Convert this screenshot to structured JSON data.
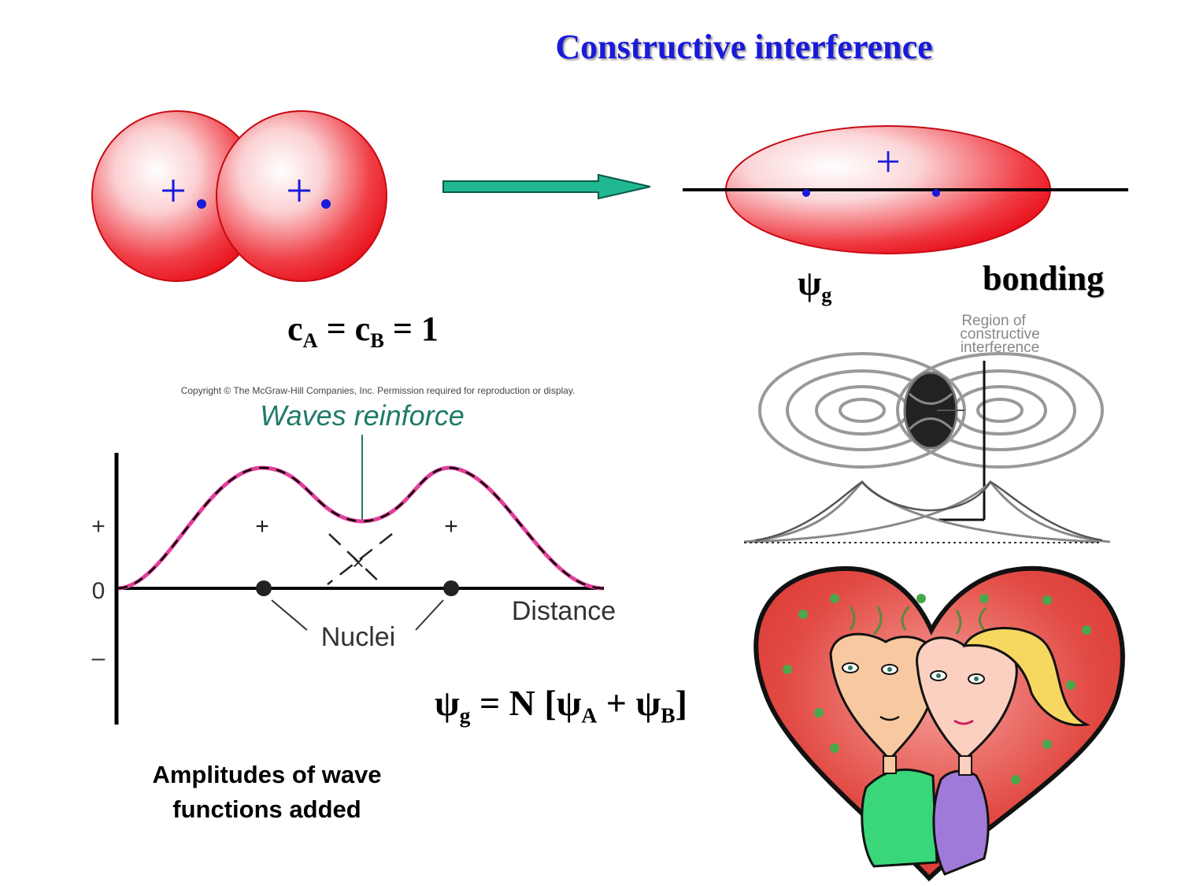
{
  "title": "Constructive interference",
  "atoms": {
    "sign_a": "+",
    "sign_b": "+",
    "coefficients": {
      "c_a": "c",
      "c_a_sub": "A",
      "eq1": " = c",
      "c_b_sub": "B",
      "eq2": " = 1"
    }
  },
  "bonding_orbital": {
    "sign": "+",
    "psi": "ψ",
    "psi_sub": "g",
    "label": "bonding"
  },
  "wave_figure": {
    "copyright": "Copyright © The McGraw-Hill Companies, Inc. Permission required for reproduction or display.",
    "heading": "Waves reinforce",
    "y_plus": "+",
    "y_zero": "0",
    "y_minus": "–",
    "lobe_sign_left": "+",
    "lobe_sign_right": "+",
    "cross_mark": "×",
    "x_label": "Distance",
    "nuclei_label": "Nuclei",
    "curve_colors": {
      "sum": "#e0409a",
      "dash": "#000000"
    }
  },
  "caption": {
    "line1": "Amplitudes of wave",
    "line2": "functions added"
  },
  "equation": {
    "psi": "ψ",
    "sub_g": "g",
    "mid": " = N [ψ",
    "sub_a": "A",
    "plus": " + ψ",
    "sub_b": "B",
    "close": "]"
  },
  "contour_figure": {
    "label_line1": "Region  of",
    "label_line2": "constructive",
    "label_line3": "interference"
  },
  "colors": {
    "title": "#1a1adb",
    "sphere_red": "#e8101a",
    "sign_blue": "#1a1adb",
    "arrow_fill": "#20b890",
    "heart_red": "#e03a36"
  }
}
